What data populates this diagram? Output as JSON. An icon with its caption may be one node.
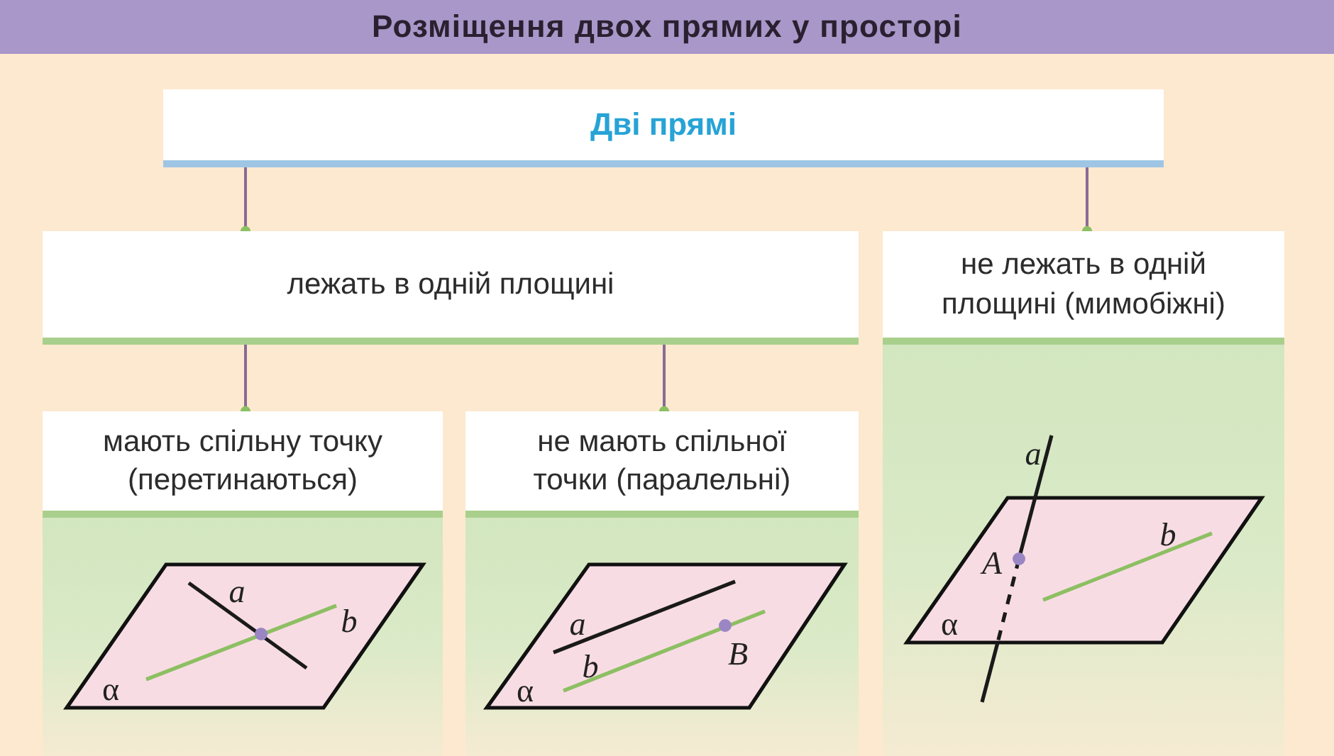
{
  "diagram": {
    "title": "Розміщення двох прямих у просторі",
    "nodes": [
      {
        "text": [
          "Дві прямі"
        ]
      },
      {
        "text": [
          "лежать в одній площині"
        ]
      },
      {
        "text": [
          "не лежать в одній площині (мимобіжні)"
        ]
      },
      {
        "text": [
          "мають спільну точку (перетинаються)"
        ]
      },
      {
        "text": [
          "не мають спільної точки (паралельні)"
        ]
      }
    ],
    "edges": [
      {
        "from": 0,
        "to": 1,
        "arrow": "other"
      },
      {
        "from": 0,
        "to": 2,
        "arrow": "other"
      },
      {
        "from": 1,
        "to": 3,
        "arrow": "other"
      },
      {
        "from": 1,
        "to": 4,
        "arrow": "other"
      }
    ],
    "labels": [
      "a",
      "b",
      "α",
      "a",
      "B",
      "b",
      "α",
      "a",
      "b",
      "A",
      "α"
    ]
  }
}
